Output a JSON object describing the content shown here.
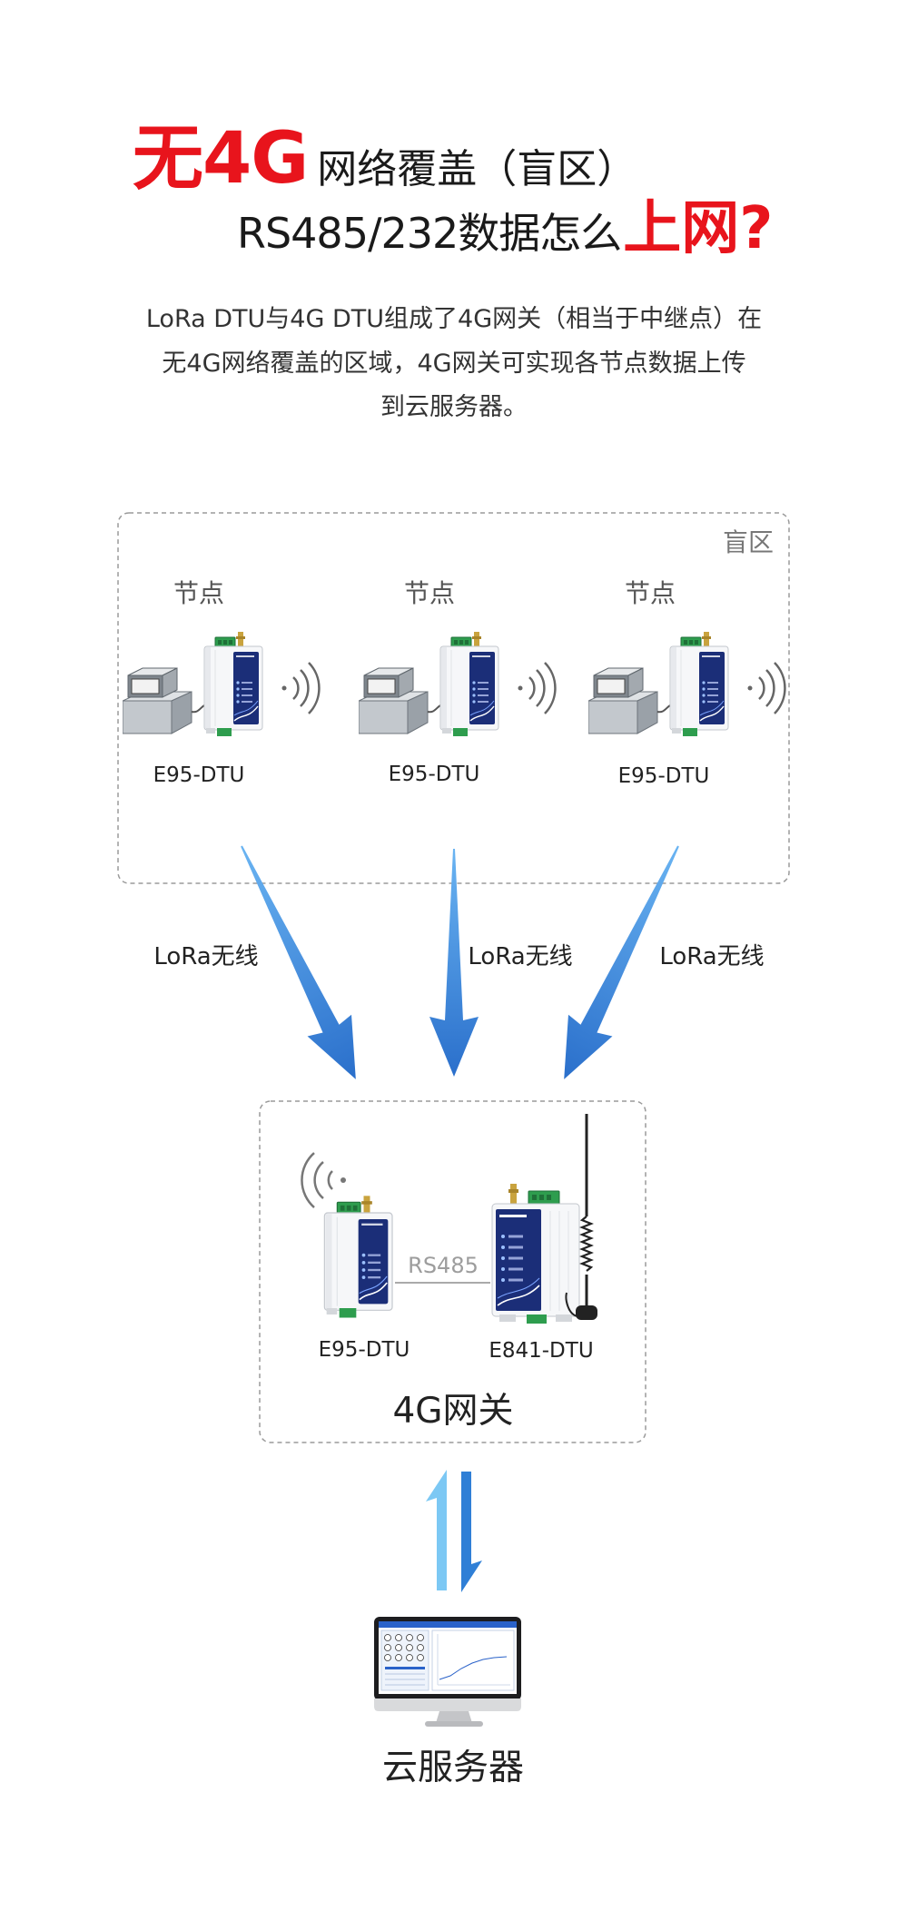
{
  "headline": {
    "line1_highlight": "无4G",
    "line1_text": "网络覆盖（盲区）",
    "line2_text": "RS485/232数据怎么",
    "line2_highlight": "上网?"
  },
  "intro": {
    "lines": [
      "LoRa DTU与4G DTU组成了4G网关（相当于中继点）在",
      "无4G网络覆盖的区域，4G网关可实现各节点数据上传",
      "到云服务器。"
    ]
  },
  "blind_zone": {
    "label": "盲区",
    "nodes": [
      {
        "title": "节点",
        "device": "E95-DTU"
      },
      {
        "title": "节点",
        "device": "E95-DTU"
      },
      {
        "title": "节点",
        "device": "E95-DTU"
      }
    ]
  },
  "wireless_links": [
    {
      "label": "LoRa无线"
    },
    {
      "label": "LoRa无线"
    },
    {
      "label": "LoRa无线"
    }
  ],
  "gateway": {
    "title": "4G网关",
    "link_label": "RS485",
    "devices": [
      {
        "name": "E95-DTU"
      },
      {
        "name": "E841-DTU"
      }
    ]
  },
  "cloud": {
    "title": "云服务器"
  },
  "icons": {
    "node_equipment": "meter-icon",
    "lora_module": "dtu-device-icon",
    "gateway_module": "4g-dtu-device-icon",
    "signal": "wireless-signal-icon",
    "antenna": "antenna-icon",
    "server": "monitor-icon",
    "transfer": "bidirectional-arrow-icon"
  },
  "colors": {
    "highlight": "#e8141c",
    "arrow_top": "#6ab4f2",
    "arrow_bottom": "#2a6fcb",
    "uplink": "#7cc8f4",
    "downlink": "#2f7fd6"
  }
}
